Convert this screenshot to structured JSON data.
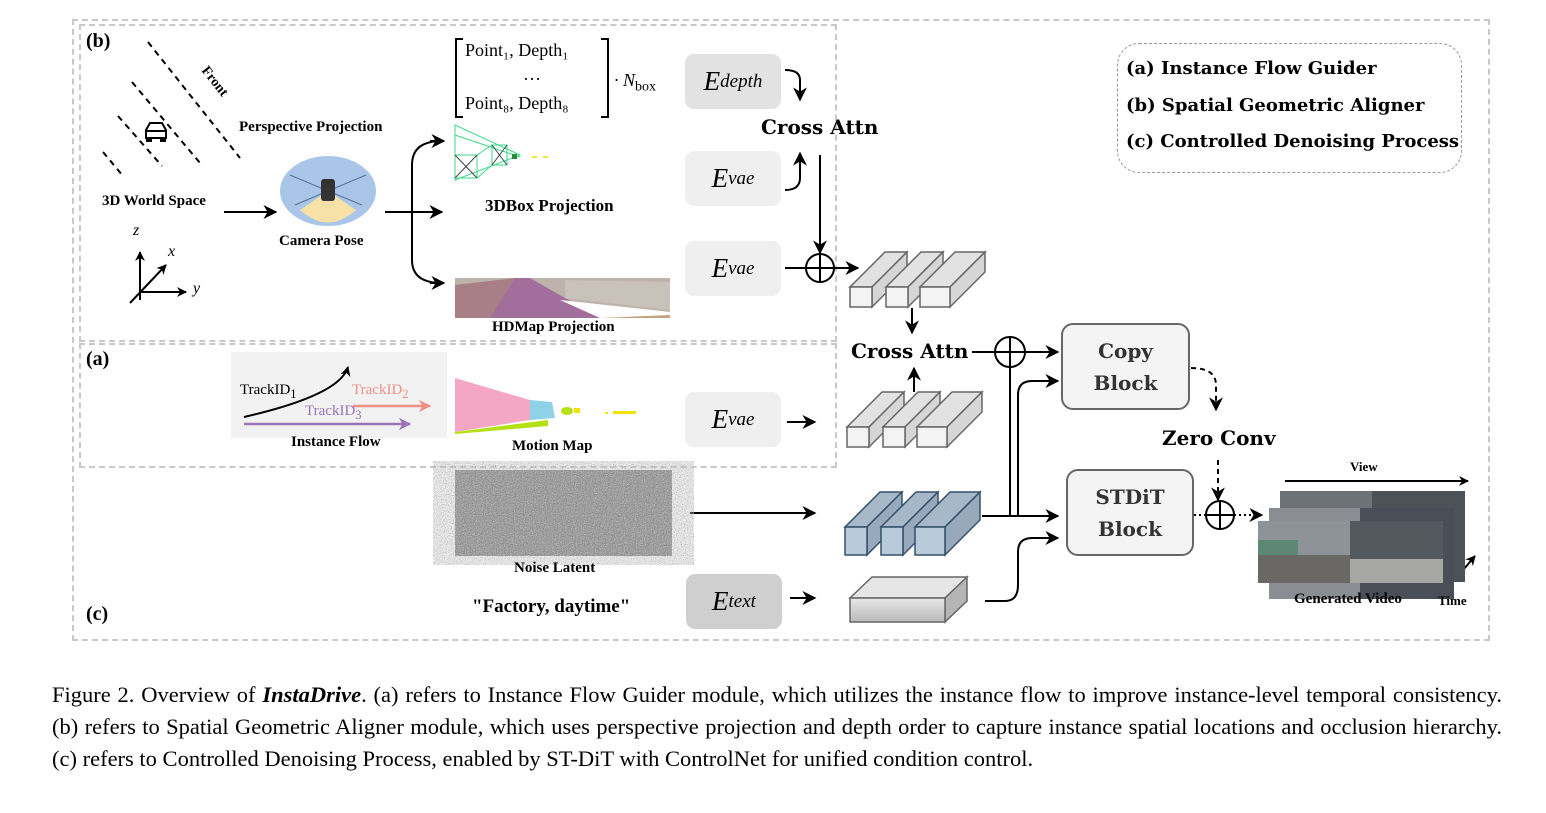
{
  "figure": {
    "sections": {
      "a": "(a)",
      "b": "(b)",
      "c": "(c)"
    },
    "legend": [
      "(a) Instance Flow Guider",
      "(b) Spatial Geometric Aligner",
      "(c) Controlled Denoising Process"
    ],
    "world": {
      "front_label": "Front",
      "world_label": "3D World Space",
      "axes": {
        "z": "z",
        "x": "x",
        "y": "y"
      },
      "perspective_label": "Perspective Projection",
      "camera_label": "Camera Pose"
    },
    "matrix": {
      "row1": "Point₁, Depth₁",
      "row2": "…",
      "row3": "Point₈, Depth₈",
      "multiplier": "· N",
      "multiplier_sub": "box"
    },
    "projections": {
      "box_label": "3DBox Projection",
      "hdmap_label": "HDMap Projection"
    },
    "encoders": {
      "depth": {
        "base": "E",
        "sub": "depth"
      },
      "vae1": {
        "base": "E",
        "sub": "vae"
      },
      "vae2": {
        "base": "E",
        "sub": "vae"
      },
      "vae3": {
        "base": "E",
        "sub": "vae"
      },
      "text": {
        "base": "E",
        "sub": "text"
      }
    },
    "cross_attn_top": "Cross Attn",
    "cross_attn_mid": "Cross Attn",
    "instance_flow": {
      "label": "Instance Flow",
      "track1": "TrackID",
      "track1_sub": "1",
      "track2": "TrackID",
      "track2_sub": "2",
      "track3": "TrackID",
      "track3_sub": "3"
    },
    "motion_map_label": "Motion Map",
    "noise_label": "Noise Latent",
    "prompt": "\"Factory, daytime\"",
    "copy_block": [
      "Copy",
      "Block"
    ],
    "stdit_block": [
      "STDiT",
      "Block"
    ],
    "zero_conv": "Zero Conv",
    "output": {
      "view_label": "View",
      "time_label": "Time",
      "video_label": "Generated Video"
    }
  },
  "caption": {
    "prefix": "Figure 2.  Overview of ",
    "name": "InstaDrive",
    "text": ".  (a) refers to Instance Flow Guider module, which utilizes the instance flow to improve instance-level temporal consistency. (b) refers to Spatial Geometric Aligner module, which uses perspective projection and depth order to capture instance spatial locations and occlusion hierarchy.  (c) refers to Controlled Denoising Process, enabled by ST-DiT with ControlNet for unified condition control."
  },
  "colors": {
    "dash_border": "#bdbdbd",
    "encoder_fill": "#efefef",
    "depth_fill": "#e2e2e2",
    "text_fill": "#cfcfcf",
    "latent_blue": "#b3c4d4",
    "latent_blue_stroke": "#34506b",
    "track2": "#ee8f88",
    "track3": "#9c73b5"
  }
}
